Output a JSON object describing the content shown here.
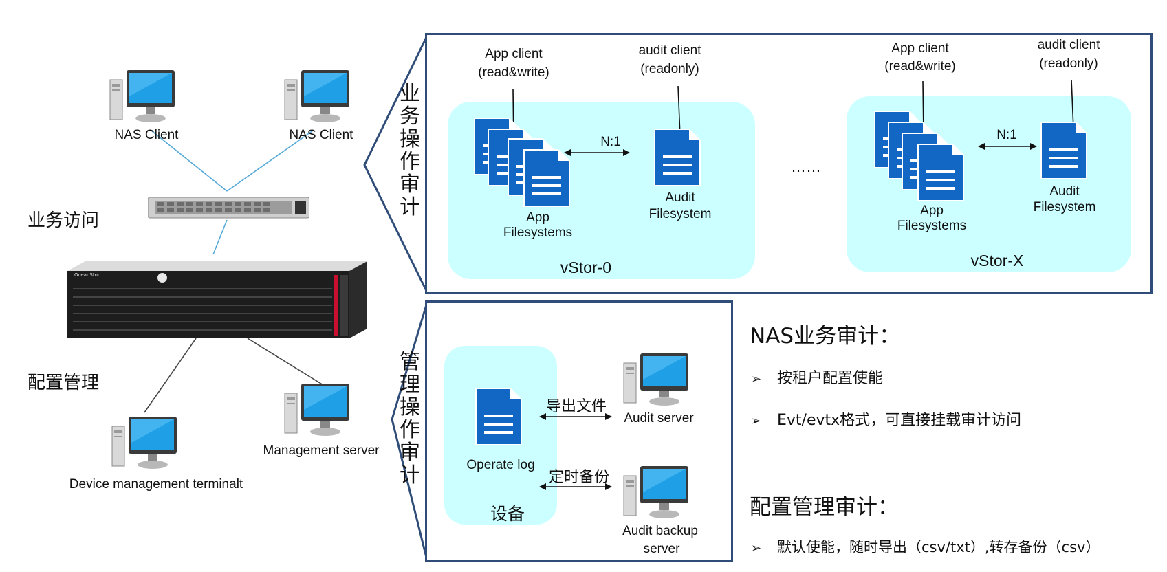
{
  "left": {
    "nas_client_1": "NAS Client",
    "nas_client_2": "NAS Client",
    "business_access": "业务访问",
    "config_management": "配置管理",
    "device_terminal": "Device management terminalt",
    "management_server": "Management server",
    "storage_brand": "OceanStor"
  },
  "business_audit_panel": {
    "side_label": "业务操作审计",
    "vstor_0": {
      "name": "vStor-0",
      "app_client": [
        "App client",
        "(read&write)"
      ],
      "audit_client": [
        "audit client",
        "(readonly)"
      ],
      "app_fs": [
        "App",
        "Filesystems"
      ],
      "audit_fs": [
        "Audit",
        "Filesystem"
      ],
      "ratio": "N:1"
    },
    "ellipsis": "……",
    "vstor_x": {
      "name": "vStor-X",
      "app_client": [
        "App client",
        "(read&write)"
      ],
      "audit_client": [
        "audit client",
        "(readonly)"
      ],
      "app_fs": [
        "App",
        "Filesystems"
      ],
      "audit_fs": [
        "Audit",
        "Filesystem"
      ],
      "ratio": "N:1"
    }
  },
  "management_audit_panel": {
    "side_label": "管理操作审计",
    "operate_log": "Operate log",
    "device": "设备",
    "export_file": "导出文件",
    "scheduled_backup": "定时备份",
    "audit_server": "Audit server",
    "audit_backup_server": [
      "Audit backup",
      "server"
    ]
  },
  "notes": {
    "nas_heading": "NAS业务审计：",
    "nas_items": [
      "按租户配置使能",
      "Evt/evtx格式，可直接挂载审计访问"
    ],
    "config_heading": "配置管理审计：",
    "config_items": [
      "默认使能，随时导出（csv/txt）,转存备份（csv）"
    ],
    "bullet_mark": "➢"
  },
  "colors": {
    "panel_border": "#2f4d78",
    "pool_fill": "#ccffff",
    "doc_blue": "#1266c4",
    "link_line": "#55a9d9"
  }
}
